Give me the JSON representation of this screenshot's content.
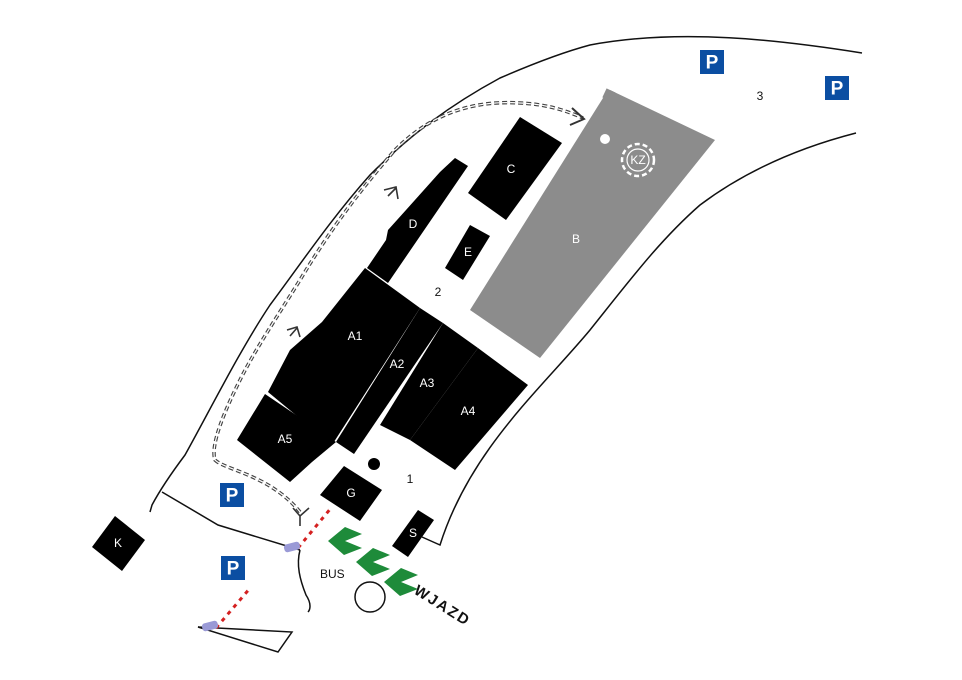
{
  "map": {
    "buildings": {
      "A1": "A1",
      "A2": "A2",
      "A3": "A3",
      "A4": "A4",
      "A5": "A5",
      "B": "B",
      "C": "C",
      "D": "D",
      "E": "E",
      "G": "G",
      "S": "S",
      "K": "K"
    },
    "areas": {
      "area_1": "1",
      "area_2": "2",
      "area_3": "3"
    },
    "parking": {
      "label": "P"
    },
    "bus_label": "BUS",
    "entrance_label": "WJAZD",
    "logo_text": "KZ",
    "colors": {
      "building": "#000000",
      "building_b": "#8c8c8c",
      "parking": "#0b4ea2",
      "entrance_arrow": "#1e8b3a",
      "barrier_red": "#d42020",
      "barrier_gate": "#9a9ad6"
    }
  }
}
